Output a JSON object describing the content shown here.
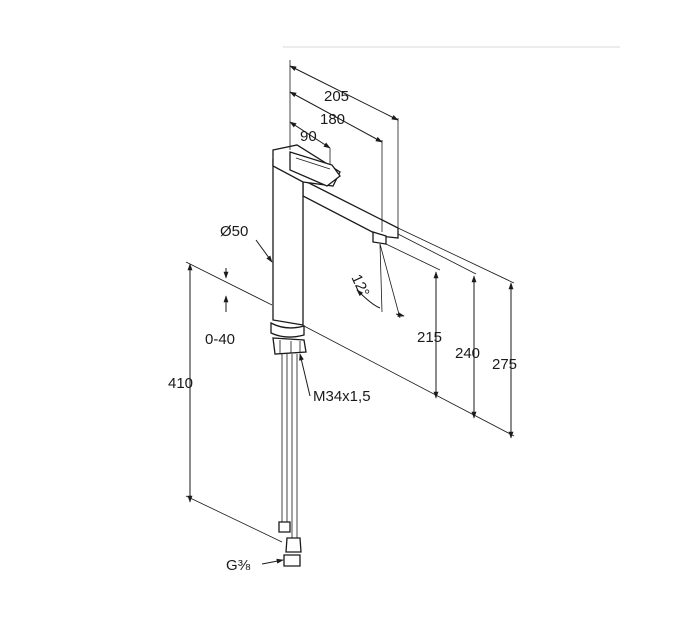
{
  "dimensions": {
    "d205": "205",
    "d180": "180",
    "d90": "90",
    "diameter": "Ø50",
    "angle": "12°",
    "range": "0-40",
    "d410": "410",
    "d215": "215",
    "d240": "240",
    "d275": "275",
    "thread": "M34x1,5",
    "connection": "G⅜"
  }
}
